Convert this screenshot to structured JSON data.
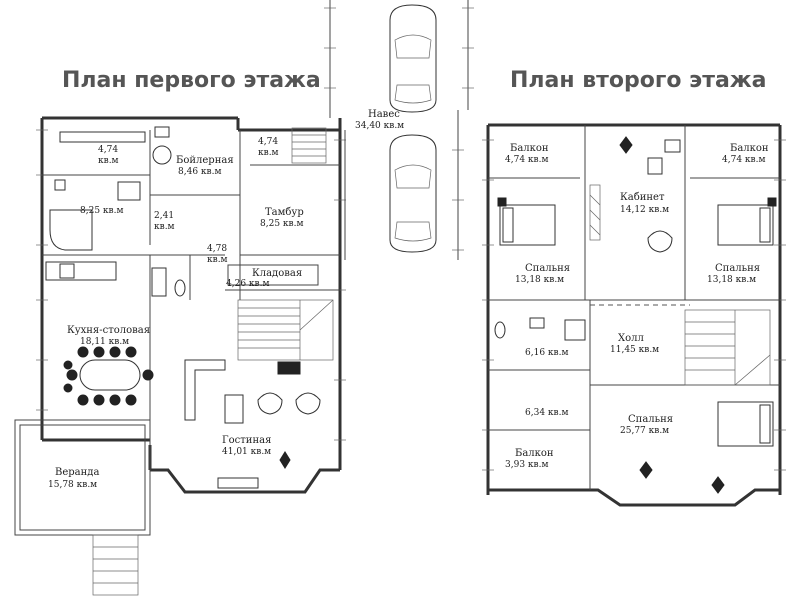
{
  "headings": {
    "first_floor": "План первого этажа",
    "second_floor": "План второго этажа"
  },
  "first_floor": {
    "rooms": [
      {
        "name": "",
        "area": "4,74"
      },
      {
        "name": "",
        "area": "кв.м"
      },
      {
        "name": "Бойлерная",
        "area": "8,46 кв.м"
      },
      {
        "name": "",
        "area": "4,74"
      },
      {
        "name": "",
        "area": "кв.м"
      },
      {
        "name": "",
        "area": "8,25 кв.м"
      },
      {
        "name": "",
        "area": "2,41"
      },
      {
        "name": "",
        "area": "кв.м"
      },
      {
        "name": "Тамбур",
        "area": "8,25 кв.м"
      },
      {
        "name": "",
        "area": "4,78"
      },
      {
        "name": "",
        "area": "кв.м"
      },
      {
        "name": "Кладовая",
        "area": "4,26 кв.м"
      },
      {
        "name": "Кухня-столовая",
        "area": "18,11 кв.м"
      },
      {
        "name": "Гостиная",
        "area": "41,01 кв.м"
      },
      {
        "name": "Веранда",
        "area": "15,78 кв.м"
      }
    ]
  },
  "carport": {
    "name": "Навес",
    "area": "34,40 кв.м"
  },
  "second_floor": {
    "rooms": [
      {
        "name": "Балкон",
        "area": "4,74 кв.м"
      },
      {
        "name": "Кабинет",
        "area": "14,12 кв.м"
      },
      {
        "name": "Балкон",
        "area": "4,74 кв.м"
      },
      {
        "name": "Спальня",
        "area": "13,18 кв.м"
      },
      {
        "name": "Спальня",
        "area": "13,18 кв.м"
      },
      {
        "name": "",
        "area": "6,16 кв.м"
      },
      {
        "name": "Холл",
        "area": "11,45 кв.м"
      },
      {
        "name": "",
        "area": "6,34 кв.м"
      },
      {
        "name": "Спальня",
        "area": "25,77 кв.м"
      },
      {
        "name": "Балкон",
        "area": "3,93 кв.м"
      }
    ]
  },
  "colors": {
    "line": "#333333",
    "heading": "#555555",
    "background": "#ffffff"
  }
}
